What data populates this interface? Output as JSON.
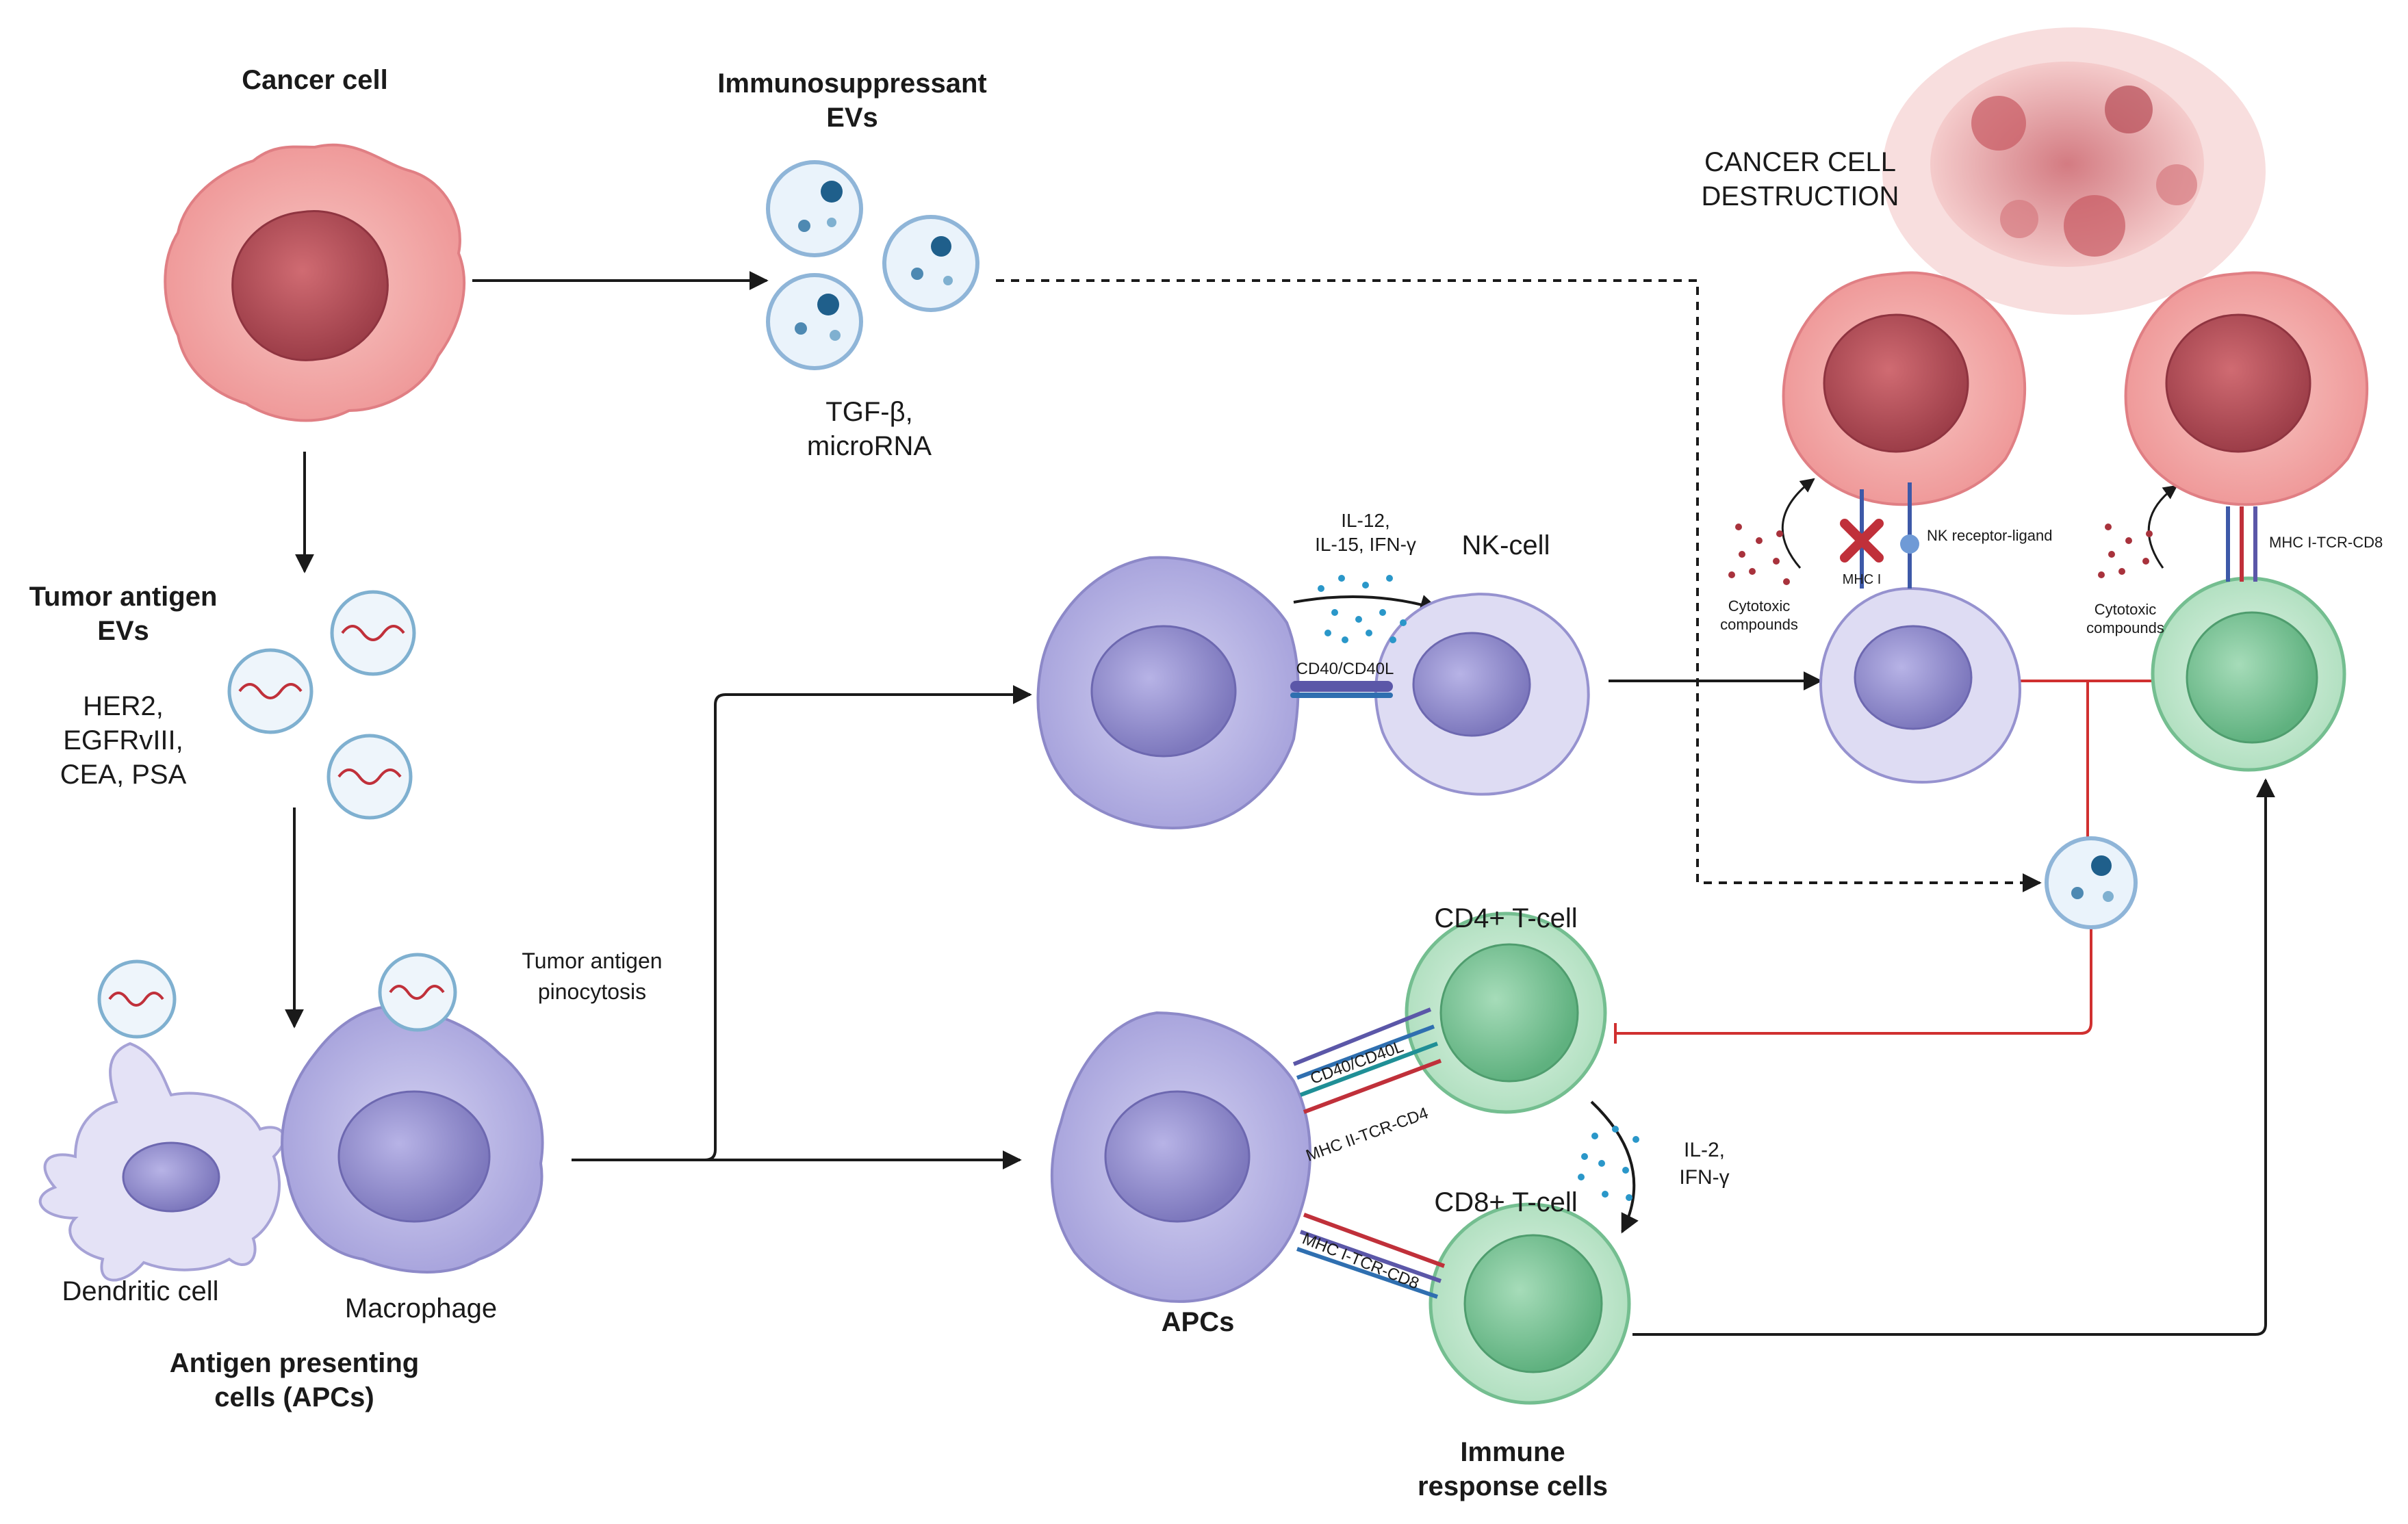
{
  "labels": {
    "cancer_cell": "Cancer cell",
    "immunosuppressant_evs": [
      "Immunosuppressant",
      "EVs"
    ],
    "tgf": [
      "TGF-β,",
      "microRNA"
    ],
    "tumor_antigen_evs": [
      "Tumor antigen",
      "EVs"
    ],
    "antigens": [
      "HER2,",
      "EGFRvIII,",
      "CEA, PSA"
    ],
    "dendritic_cell": "Dendritic cell",
    "macrophage": "Macrophage",
    "apcs_group": [
      "Antigen presenting",
      "cells (APCs)"
    ],
    "pinocytosis": [
      "Tumor antigen",
      "pinocytosis"
    ],
    "cytokines_nk": [
      "IL-12,",
      "IL-15, IFN-γ"
    ],
    "nk_cell": "NK-cell",
    "cd40_nk": "CD40/CD40L",
    "cancer_destruction": [
      "CANCER CELL",
      "DESTRUCTION"
    ],
    "mhc_i": "MHC I",
    "nk_receptor": "NK receptor-ligand",
    "cytotoxic_left": [
      "Cytotoxic",
      "compounds"
    ],
    "cytotoxic_right": [
      "Cytotoxic",
      "compounds"
    ],
    "mhc_tcr_cd8_top": "MHC I-TCR-CD8",
    "cd4_tcell": "CD4+ T-cell",
    "cd40_cd4": "CD40/CD40L",
    "mhc_ii_tcr_cd4": "MHC II-TCR-CD4",
    "cytokines_t": [
      "IL-2,",
      "IFN-γ"
    ],
    "cd8_tcell": "CD8+ T-cell",
    "mhc_i_tcr_cd8": "MHC I-TCR-CD8",
    "apcs": "APCs",
    "immune_response": [
      "Immune",
      "response cells"
    ]
  },
  "colors": {
    "cancer": "#f2a7a7",
    "cancer_nucleus": "#b5545c",
    "apc": "#b9b7e6",
    "apc_nucleus": "#8c88c9",
    "tcell": "#bfe6cb",
    "tcell_nucleus": "#7fc49a",
    "ev": "#1f5f8b",
    "inhibit": "#d03030",
    "arrow": "#1a1a1a"
  }
}
